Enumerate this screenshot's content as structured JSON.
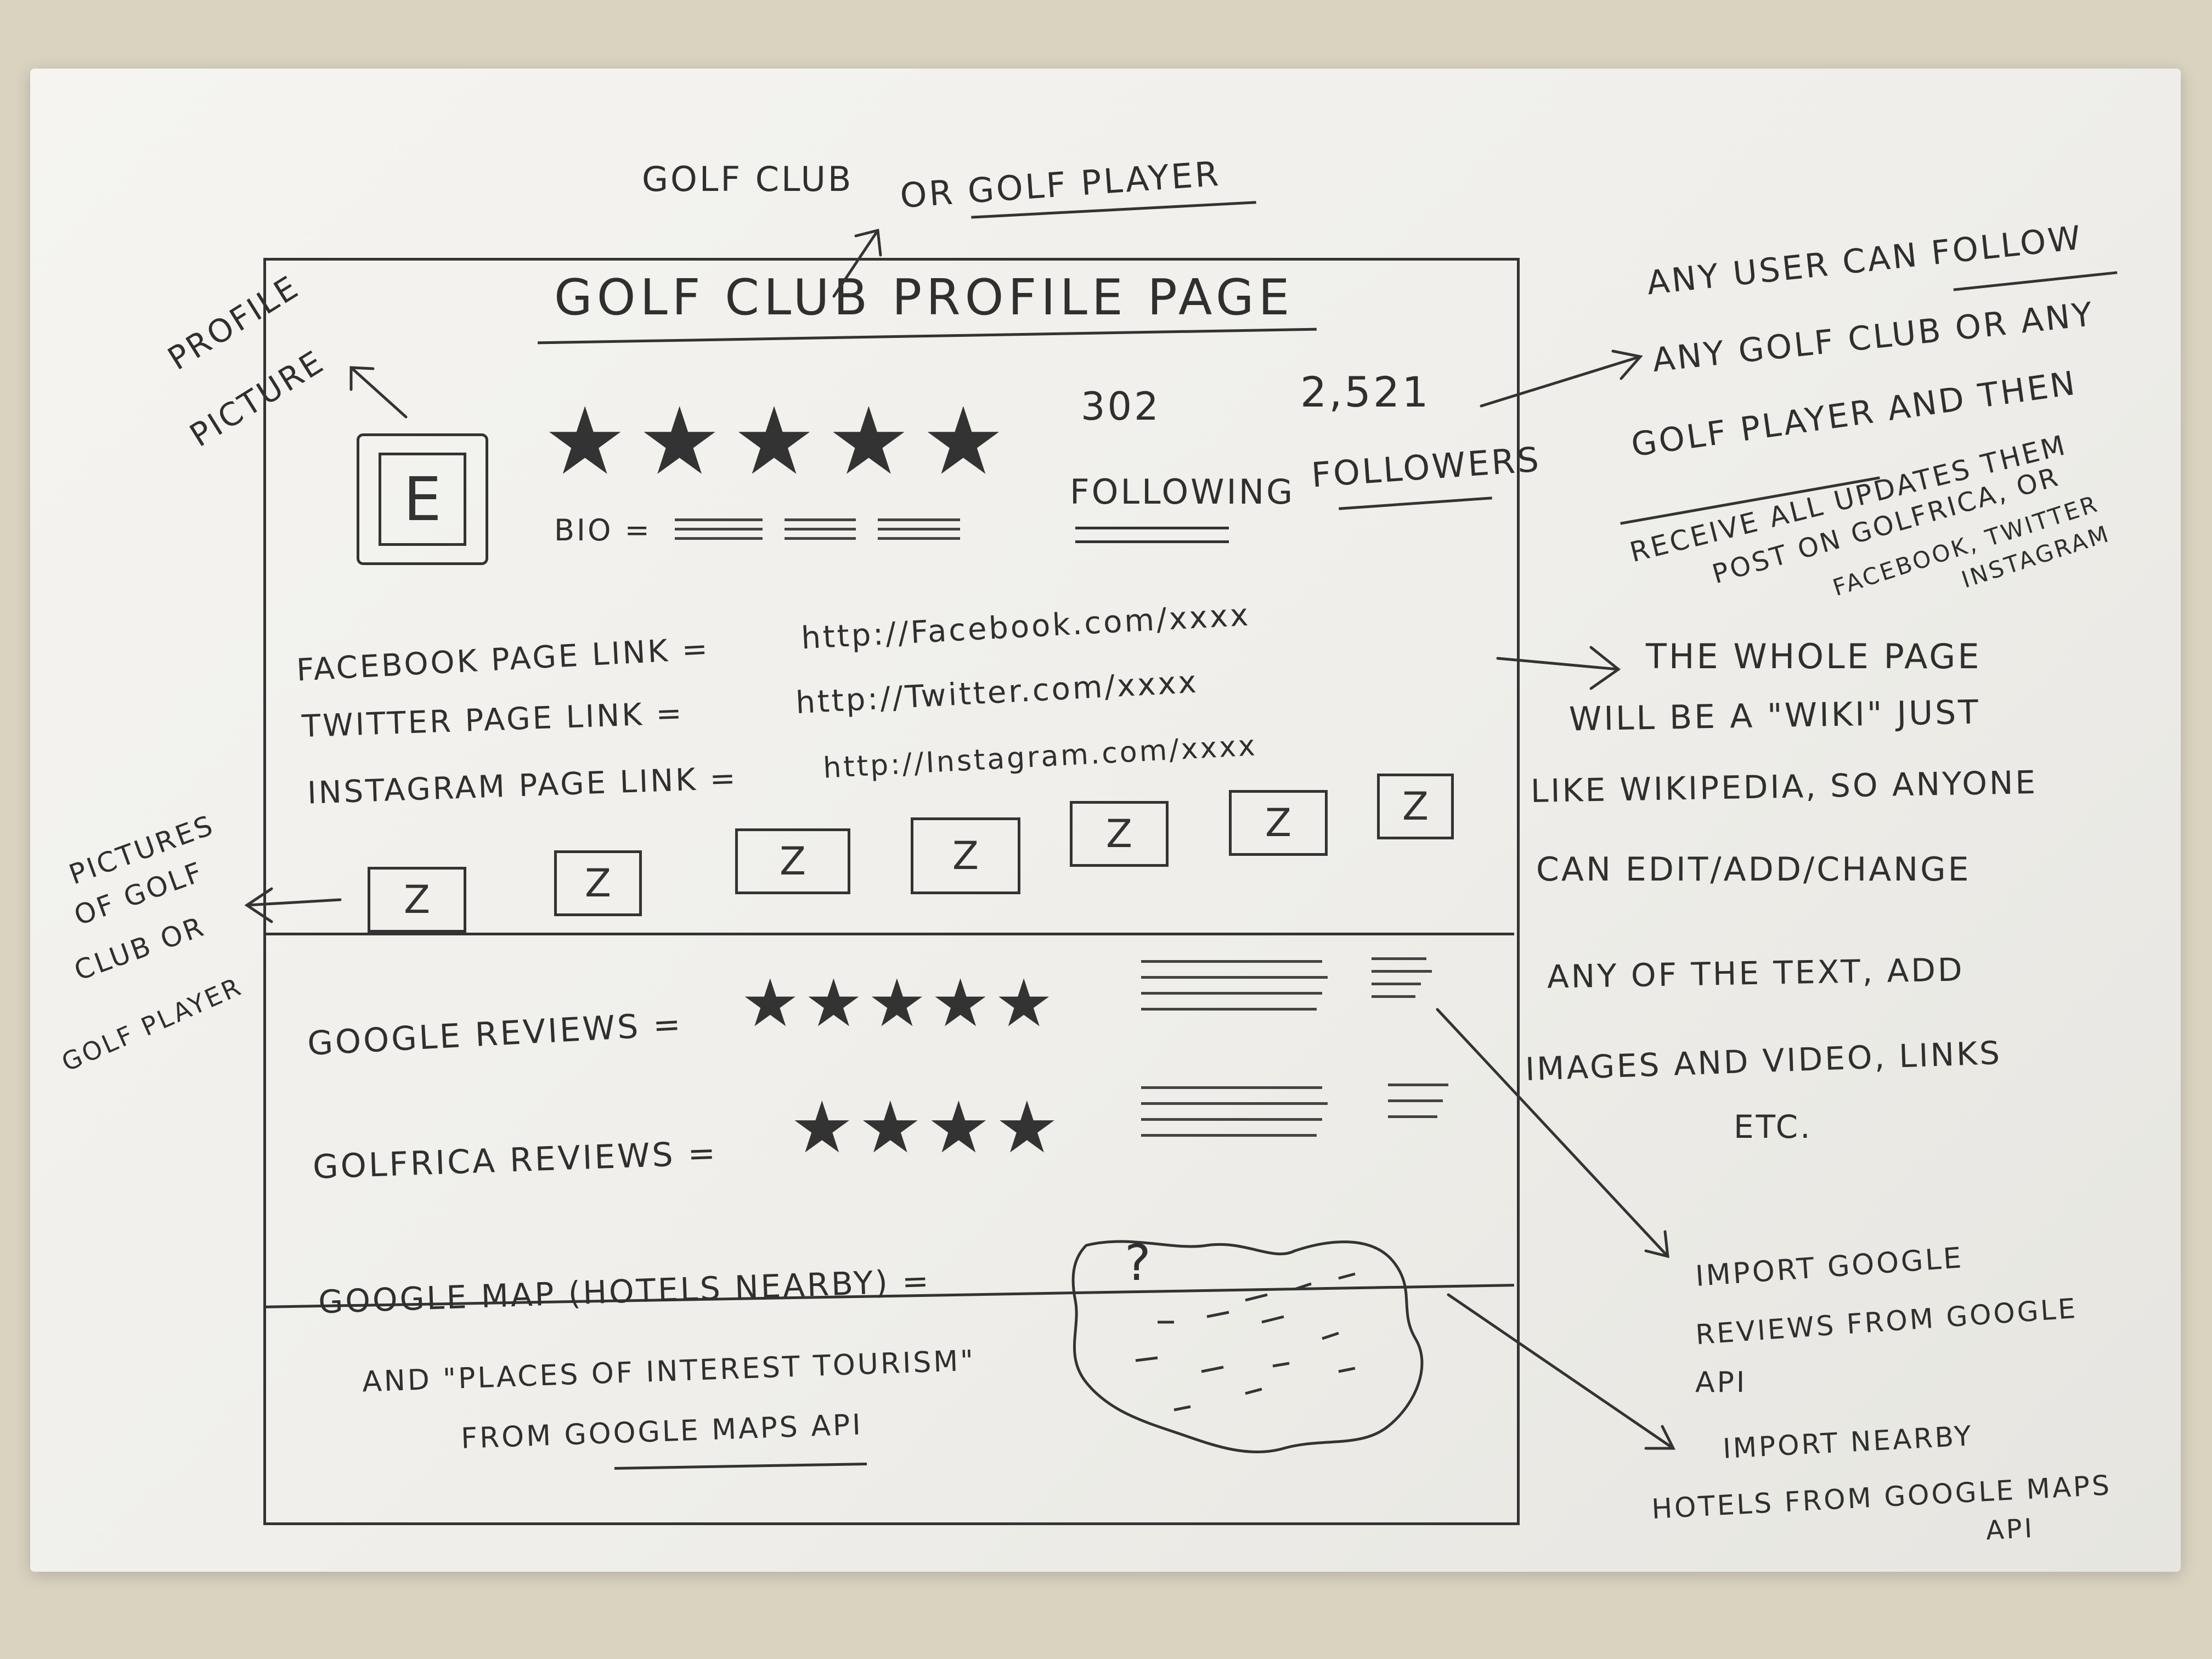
{
  "notes": {
    "golf_club_or_player": {
      "line1": "GOLF CLUB",
      "line2": "OR GOLF PLAYER"
    },
    "profile_picture": {
      "line1": "PROFILE",
      "line2": "PICTURE"
    },
    "follow_note": [
      "ANY USER CAN FOLLOW",
      "ANY GOLF CLUB OR ANY",
      "GOLF PLAYER AND THEN",
      "RECEIVE ALL UPDATES THEM",
      "POST ON GOLFRICA, OR",
      "FACEBOOK, TWITTER",
      "INSTAGRAM"
    ],
    "wiki_note": [
      "THE WHOLE PAGE",
      "WILL BE A \"WIKI\" JUST",
      "LIKE WIKIPEDIA, SO ANYONE",
      "CAN EDIT/ADD/CHANGE",
      "ANY OF THE TEXT, ADD",
      "IMAGES AND VIDEO, LINKS",
      "ETC."
    ],
    "pictures_note": [
      "PICTURES",
      "OF GOLF",
      "CLUB OR",
      "GOLF PLAYER"
    ],
    "import_reviews": [
      "IMPORT GOOGLE",
      "REVIEWS FROM GOOGLE",
      "API"
    ],
    "import_hotels": [
      "IMPORT NEARBY",
      "HOTELS FROM GOOGLE MAPS",
      "API"
    ]
  },
  "page": {
    "title": "GOLF CLUB PROFILE PAGE",
    "rating_stars": 5,
    "following_count": "302",
    "following_label": "FOLLOWING",
    "followers_count": "2,521",
    "followers_label": "FOLLOWERS",
    "bio_label": "BIO =",
    "links": [
      {
        "label": "FACEBOOK PAGE LINK =",
        "url": "http://Facebook.com/xxxx"
      },
      {
        "label": "TWITTER PAGE LINK =",
        "url": "http://Twitter.com/xxxx"
      },
      {
        "label": "INSTAGRAM PAGE LINK =",
        "url": "http://Instagram.com/xxxx"
      }
    ],
    "thumbnail_glyph": "Z",
    "thumbnail_count": 7,
    "google_reviews": {
      "label": "GOOGLE REVIEWS =",
      "stars": 5
    },
    "golfrica_reviews": {
      "label": "GOLFRICA REVIEWS =",
      "stars": 4
    },
    "map_label": "GOOGLE MAP (HOTELS NEARBY) =",
    "map_caption": [
      "AND \"PLACES OF INTEREST TOURISM\"",
      "FROM GOOGLE MAPS API"
    ],
    "map_glyph": "?"
  },
  "icons": {
    "star": "★",
    "profile": "E"
  }
}
